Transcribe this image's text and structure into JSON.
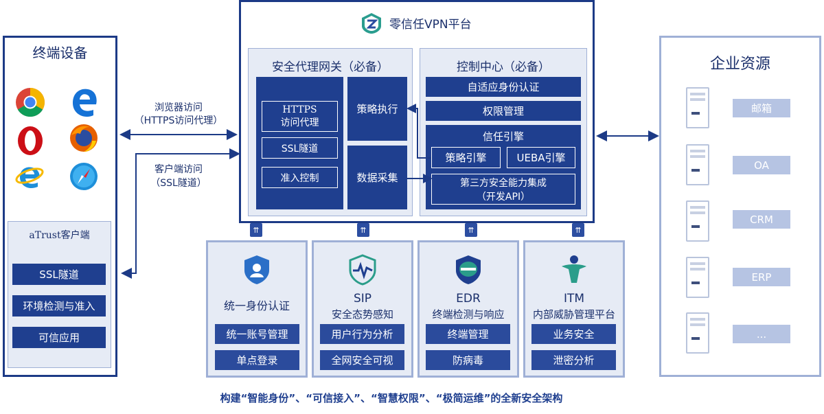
{
  "terminal": {
    "title": "终端设备",
    "browsers": [
      "chrome-icon",
      "edge-icon",
      "opera-icon",
      "firefox-icon",
      "ie-icon",
      "safari-icon"
    ],
    "client_title": "aTrust客户端",
    "client_items": [
      "SSL隧道",
      "环境检测与准入",
      "可信应用"
    ]
  },
  "access": {
    "browser_label_1": "浏览器访问",
    "browser_label_2": "（HTTPS访问代理）",
    "client_label_1": "客户端访问",
    "client_label_2": "（SSL隧道）"
  },
  "vpn": {
    "title": "零信任VPN平台",
    "gateway": {
      "title": "安全代理网关（必备）",
      "items": [
        "HTTPS\n访问代理",
        "SSL隧道",
        "准入控制"
      ],
      "https_line1": "HTTPS",
      "https_line2": "访问代理",
      "ssl": "SSL隧道",
      "admission": "准入控制",
      "policy_exec": "策略执行",
      "data_collect": "数据采集"
    },
    "control": {
      "title": "控制中心（必备）",
      "adaptive_auth": "自适应身份认证",
      "permission": "权限管理",
      "trust_engine": "信任引擎",
      "policy_engine": "策略引擎",
      "ueba_engine": "UEBA引擎",
      "third_party_1": "第三方安全能力集成",
      "third_party_2": "（开发API）"
    }
  },
  "services": [
    {
      "icon": "shield-user-icon",
      "title": "统一身份认证",
      "subtitle": "",
      "buttons": [
        "统一账号管理",
        "单点登录"
      ]
    },
    {
      "icon": "sip-pulse-icon",
      "title": "SIP",
      "subtitle": "安全态势感知",
      "buttons": [
        "用户行为分析",
        "全网安全可视"
      ]
    },
    {
      "icon": "edr-shield-icon",
      "title": "EDR",
      "subtitle": "终端检测与响应",
      "buttons": [
        "终端管理",
        "防病毒"
      ]
    },
    {
      "icon": "itm-figure-icon",
      "title": "ITM",
      "subtitle": "内部威胁管理平台",
      "buttons": [
        "业务安全",
        "泄密分析"
      ]
    }
  ],
  "enterprise": {
    "title": "企业资源",
    "resources": [
      "邮箱",
      "OA",
      "CRM",
      "ERP",
      "..."
    ]
  },
  "footer": "构建“智能身份”、“可信接入”、“智慧权限”、“极简运维”的全新安全架构",
  "colors": {
    "navy": "#1f3f8f",
    "border_dark": "#1c3a86",
    "border_light": "#9fb0d6",
    "panel_fill": "#e6ebf5",
    "pill": "#b6c4e3"
  }
}
